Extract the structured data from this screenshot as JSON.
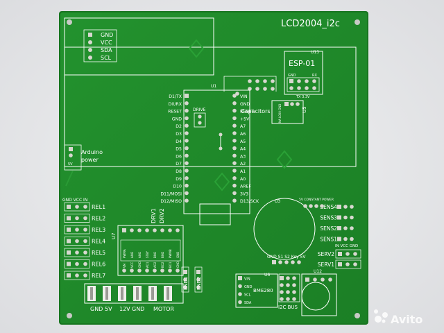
{
  "colors": {
    "background": "#e9eaec",
    "board": "#1f8a2a",
    "board_edge": "#17751f",
    "silkscreen": "#ffffff",
    "pad": "#d8d8d0",
    "copper_pad": "#c9c6b8"
  },
  "board": {
    "title": "LCD2004_i2c",
    "lcd_pins": [
      "GND",
      "VCC",
      "SDA",
      "SCL"
    ],
    "esp": {
      "ref": "U13",
      "title": "ESP-01",
      "left_label": "GND",
      "right_label": "RX",
      "bottom_label": "TX 3.3V"
    },
    "arduino": {
      "ref": "U1",
      "left_pins": [
        "D1/TX",
        "D0/RX",
        "RESET",
        "GND",
        "D2",
        "D3",
        "D4",
        "D5",
        "D6",
        "D7",
        "D8",
        "D9",
        "D10",
        "D11/MOSI",
        "D12/MISO"
      ],
      "right_pins": [
        "VIN",
        "GND",
        "RESET",
        "+5V",
        "A7",
        "A6",
        "A5",
        "A4",
        "A3",
        "A2",
        "A1",
        "A0",
        "AREF",
        "3V3",
        "D13/SCK"
      ]
    },
    "drive_label": "DRIVE",
    "capacitors_label": "Capacitors",
    "u5": {
      "ref": "U5",
      "pins": "NA L000 GND"
    },
    "arduino_power": {
      "line1": "Arduino",
      "line2": "power",
      "pin": "5V"
    },
    "relay_header": "GND VCC IN",
    "relays": [
      "REL1",
      "REL2",
      "REL3",
      "REL4",
      "REL5",
      "REL6",
      "REL7"
    ],
    "driver": {
      "ref": "U7",
      "labels": [
        "DRV1",
        "DRV2"
      ],
      "top_pins": [
        "PWMA",
        "AIN2",
        "AIN1",
        "STBY",
        "BIN1",
        "BIN2",
        "PWMB",
        "GND"
      ],
      "bottom_pins": [
        "VM",
        "VCC",
        "GND",
        "AO1",
        "AO2",
        "BO2",
        "BO1",
        "GND"
      ]
    },
    "end_labels": [
      "END1",
      "END2"
    ],
    "power_labels": [
      "GND",
      "5V",
      "12V",
      "GND",
      "MOTOR"
    ],
    "u3": {
      "ref": "U3",
      "power_label": "5V CONSTANT POWER",
      "bottom": "GND S1 S2 Key 5V"
    },
    "sensors": [
      "SENS4",
      "SENS3",
      "SENS2",
      "SENS1"
    ],
    "servo_header": "IN VCC GND",
    "servos": [
      "SERV2",
      "SERV1"
    ],
    "bme": {
      "ref": "U6",
      "title": "BME280",
      "pins": [
        "VIN",
        "GND",
        "SCL",
        "SDA"
      ]
    },
    "i2c": {
      "ref": "U12",
      "label": "I2C BUS"
    }
  },
  "watermark": "Avito"
}
